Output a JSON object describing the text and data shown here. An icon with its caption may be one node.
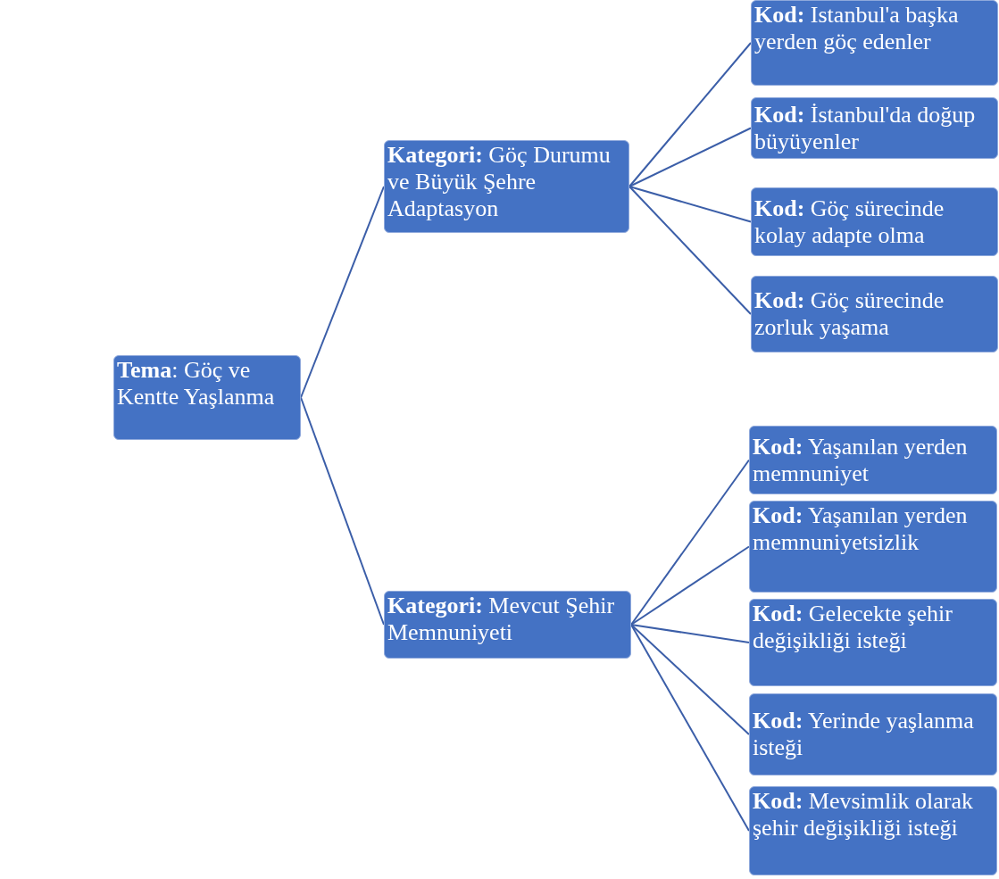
{
  "diagram": {
    "nodes": [
      {
        "text": [
          "**Tema**: Göç ve Kentte Yaşlanma"
        ]
      },
      {
        "text": [
          "**Kategori:** Göç Durumu ve Büyük Şehre Adaptasyon"
        ]
      },
      {
        "text": [
          "**Kategori:** Mevcut Şehir Memnuniyeti"
        ]
      },
      {
        "text": [
          "**Kod:** Istanbul'a başka yerden göç edenler"
        ]
      },
      {
        "text": [
          "**Kod:** İstanbul'da doğup büyüyenler"
        ]
      },
      {
        "text": [
          "**Kod:** Göç sürecinde kolay adapte olma"
        ]
      },
      {
        "text": [
          "**Kod:** Göç sürecinde zorluk yaşama"
        ]
      },
      {
        "text": [
          "**Kod:** Yaşanılan yerden memnuniyet"
        ]
      },
      {
        "text": [
          "**Kod:** Yaşanılan yerden memnuniyetsizlik"
        ]
      },
      {
        "text": [
          "**Kod:** Gelecekte şehir değişikliği isteği"
        ]
      },
      {
        "text": [
          "**Kod:** Yerinde yaşlanma isteği"
        ]
      },
      {
        "text": [
          "**Kod:** Mevsimlik olarak şehir değişikliği isteği"
        ]
      }
    ],
    "edges": [
      {
        "from": 0,
        "to": 1,
        "arrow": "none"
      },
      {
        "from": 0,
        "to": 2,
        "arrow": "none"
      },
      {
        "from": 1,
        "to": 3,
        "arrow": "none"
      },
      {
        "from": 1,
        "to": 4,
        "arrow": "none"
      },
      {
        "from": 1,
        "to": 5,
        "arrow": "none"
      },
      {
        "from": 1,
        "to": 6,
        "arrow": "none"
      },
      {
        "from": 2,
        "to": 7,
        "arrow": "none"
      },
      {
        "from": 2,
        "to": 8,
        "arrow": "none"
      },
      {
        "from": 2,
        "to": 9,
        "arrow": "none"
      },
      {
        "from": 2,
        "to": 10,
        "arrow": "none"
      },
      {
        "from": 2,
        "to": 11,
        "arrow": "none"
      }
    ]
  }
}
